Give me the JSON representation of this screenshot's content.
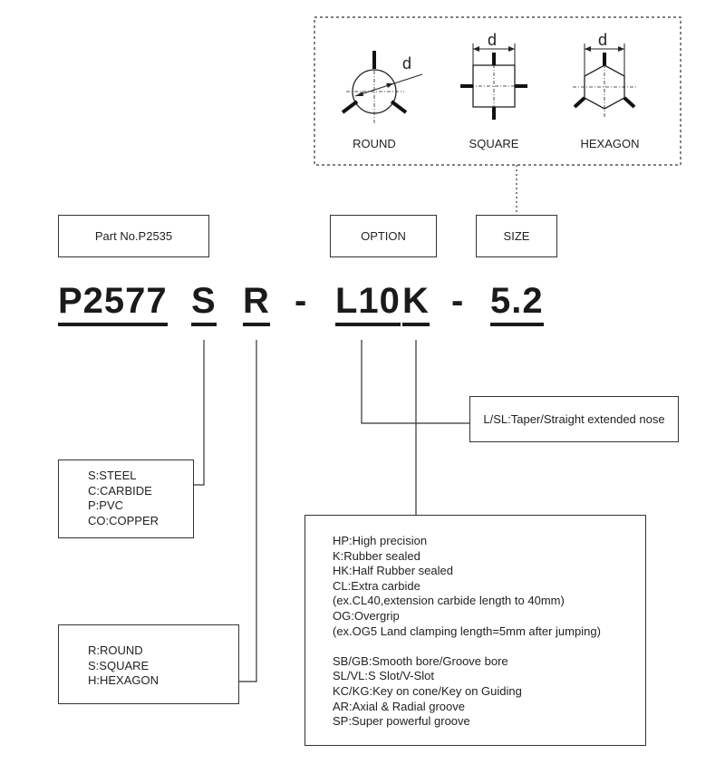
{
  "shape_panel": {
    "round_label": "ROUND",
    "square_label": "SQUARE",
    "hexagon_label": "HEXAGON",
    "dimension_symbol": "d"
  },
  "header_boxes": {
    "part_no": "Part No.P2535",
    "option": "OPTION",
    "size": "SIZE"
  },
  "code": {
    "base": "P2577",
    "material": "S",
    "shape": "R",
    "dash": "-",
    "nose": "L10",
    "option": "K",
    "size": "5.2"
  },
  "nose_box": {
    "text": "L/SL:Taper/Straight extended nose"
  },
  "material_list": [
    "S:STEEL",
    "C:CARBIDE",
    "P:PVC",
    "CO:COPPER"
  ],
  "shape_list": [
    "R:ROUND",
    "S:SQUARE",
    "H:HEXAGON"
  ],
  "option_list": [
    "HP:High precision",
    "K:Rubber sealed",
    "HK:Half Rubber sealed",
    "CL:Extra carbide",
    "(ex.CL40,extension carbide length to 40mm)",
    "OG:Overgrip",
    "(ex.OG5  Land clamping length=5mm after jumping)",
    "",
    "SB/GB:Smooth bore/Groove bore",
    "SL/VL:S Slot/V-Slot",
    "KC/KG:Key on cone/Key on Guiding",
    "AR:Axial & Radial groove",
    "SP:Super powerful groove"
  ],
  "colors": {
    "line": "#333333",
    "text": "#222222"
  }
}
